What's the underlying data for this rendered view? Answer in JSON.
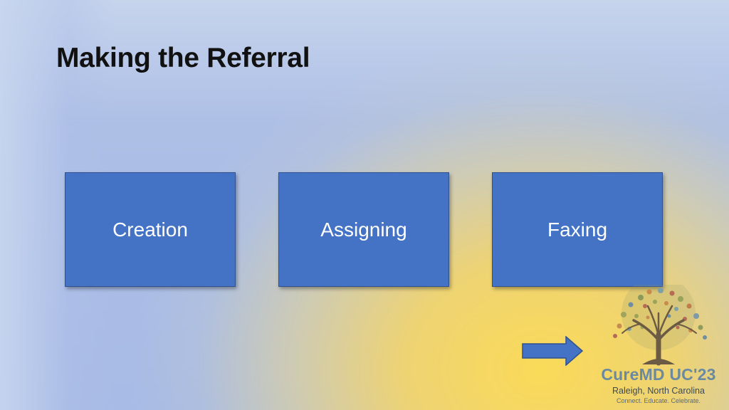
{
  "slide": {
    "title": "Making the Referral",
    "steps": [
      {
        "label": "Creation"
      },
      {
        "label": "Assigning"
      },
      {
        "label": "Faxing"
      }
    ],
    "next_icon": "right-arrow-icon"
  },
  "logo": {
    "name": "CureMD UC'23",
    "location": "Raleigh, North Carolina",
    "tagline": "Connect. Educate. Celebrate.",
    "icon": "tree-icon"
  },
  "colors": {
    "box_fill": "#4472c4",
    "box_border": "#2f528f",
    "title": "#111111",
    "logo_text": "#6b8aa0"
  }
}
